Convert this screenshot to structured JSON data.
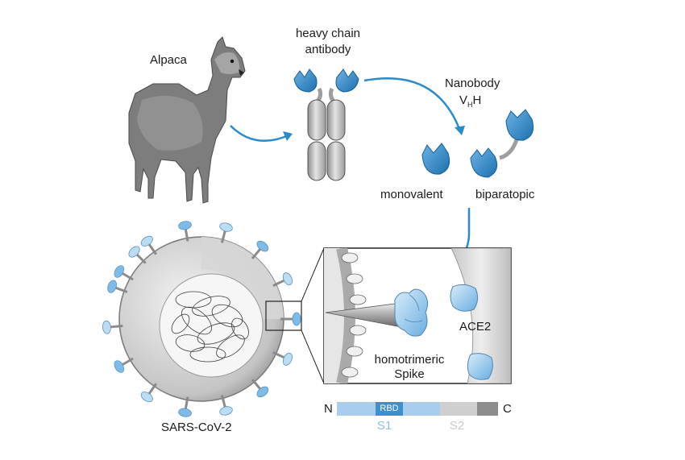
{
  "labels": {
    "alpaca": "Alpaca",
    "heavy_chain_1": "heavy chain",
    "heavy_chain_2": "antibody",
    "nanobody": "Nanobody",
    "vhh_v": "V",
    "vhh_sub": "H",
    "vhh_h": "H",
    "monovalent": "monovalent",
    "biparatopic": "biparatopic",
    "ace2": "ACE2",
    "spike_1": "homotrimeric",
    "spike_2": "Spike",
    "virus": "SARS-CoV-2",
    "n_term": "N",
    "c_term": "C",
    "rbd": "RBD",
    "s1": "S1",
    "s2": "S2"
  },
  "colors": {
    "nanobody_blue": "#2a86c6",
    "arrow_blue": "#2b8bc9",
    "s1_blue": "#a9cdee",
    "rbd_blue": "#3e8fcd",
    "s2_gray": "#cfcfcf",
    "tm_gray": "#8c8c8c",
    "antibody_gray": "#b8b8b8",
    "outline": "#222222"
  }
}
